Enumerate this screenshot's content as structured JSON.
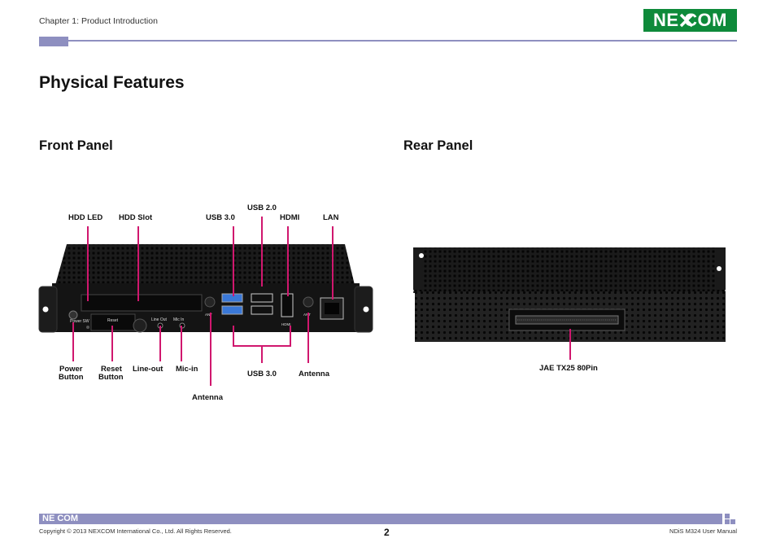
{
  "header": {
    "chapter": "Chapter 1: Product Introduction",
    "logo": "NE COM"
  },
  "page_title": "Physical Features",
  "front": {
    "title": "Front Panel",
    "labels": {
      "hdd_led": "HDD LED",
      "hdd_slot": "HDD Slot",
      "usb30_top": "USB 3.0",
      "usb20": "USB 2.0",
      "hdmi": "HDMI",
      "lan": "LAN",
      "power_l1": "Power",
      "power_l2": "Button",
      "reset_l1": "Reset",
      "reset_l2": "Button",
      "lineout": "Line-out",
      "micin": "Mic-in",
      "usb30_bottom": "USB 3.0",
      "antenna_right": "Antenna",
      "antenna_left": "Antenna"
    },
    "device_text": {
      "power_sw": "Power SW",
      "reset": "Reset",
      "line_out": "Line Out",
      "mic_in": "Mic In",
      "ant1": "ANT",
      "ant2": "ANT",
      "hdmi_small": "HDMI"
    }
  },
  "rear": {
    "title": "Rear Panel",
    "labels": {
      "connector": "JAE TX25 80Pin"
    }
  },
  "footer": {
    "logo": "NE COM",
    "copyright": "Copyright © 2013 NEXCOM International Co., Ltd. All Rights Reserved.",
    "page": "2",
    "manual": "NDiS M324 User Manual"
  }
}
